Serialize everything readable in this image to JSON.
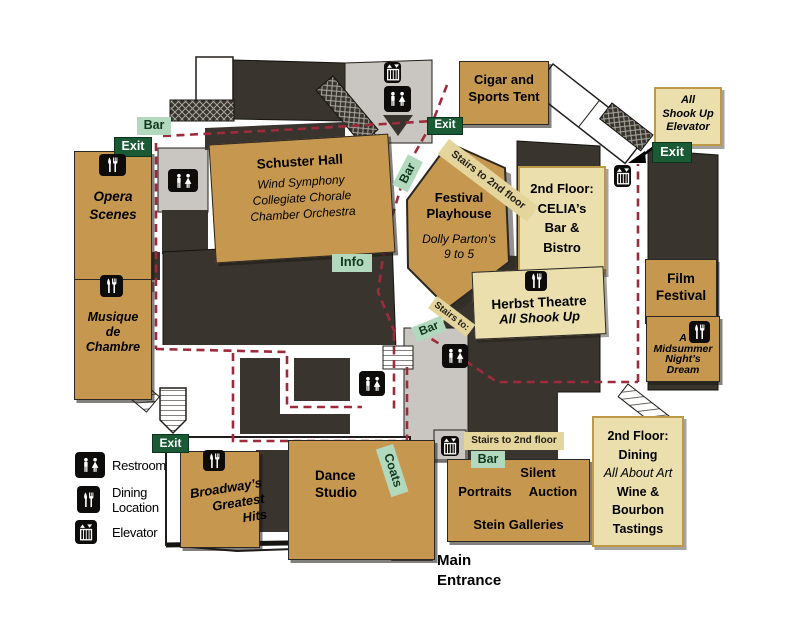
{
  "colors": {
    "room_gold": "#C6984F",
    "room_cream": "#EADFAD",
    "stairs_band_tan": "#E3D59C",
    "badge_green_bg": "#B2D9BE",
    "exit_green": "#1A5A34",
    "route_red": "#9E2B3C",
    "building_dark": "#39342E"
  },
  "rooms": {
    "cigar_sports_tent": {
      "lines": [
        "Cigar and",
        "Sports Tent"
      ]
    },
    "all_shook_up_elevator": {
      "lines": [
        "All",
        "Shook Up",
        "Elevator"
      ]
    },
    "opera_scenes": {
      "lines": [
        "Opera",
        "Scenes"
      ]
    },
    "musique_de_chambre": {
      "lines": [
        "Musique",
        "de",
        "Chambre"
      ]
    },
    "schuster_hall": {
      "title": "Schuster Hall",
      "events": [
        "Wind Symphony",
        "Collegiate Chorale",
        "Chamber Orchestra"
      ]
    },
    "festival_playhouse": {
      "title_lines": [
        "Festival",
        "Playhouse"
      ],
      "show_lines": [
        "Dolly Parton’s",
        "9 to 5"
      ]
    },
    "celias": {
      "lines": [
        "2nd Floor:",
        "CELIA’s",
        "Bar &",
        "Bistro"
      ]
    },
    "herbst_theatre": {
      "title": "Herbst Theatre",
      "show": "All Shook Up"
    },
    "film_festival": {
      "lines": [
        "Film",
        "Festival"
      ]
    },
    "midsummer": {
      "lines": [
        "A",
        "Midsummer",
        "Night’s",
        "Dream"
      ]
    },
    "broadways_greatest_hits": {
      "lines": [
        "Broadway’s",
        "Greatest",
        "Hits"
      ]
    },
    "dance_studio": {
      "lines": [
        "Dance",
        "Studio"
      ]
    },
    "stein_galleries": {
      "event_row1": "Silent",
      "event_row2_left": "Portraits",
      "event_row2_right": "Auction",
      "gallery": "Stein Galleries"
    },
    "dining_2nd_floor": {
      "bold_top": [
        "2nd Floor:",
        "Dining"
      ],
      "italic_line": "All About Art",
      "bold_bottom": [
        "Wine &",
        "Bourbon",
        "Tastings"
      ]
    }
  },
  "badges": {
    "bar": "Bar",
    "exit": "Exit",
    "info": "Info",
    "coats": "Coats"
  },
  "stairs": {
    "to_2nd_floor": "Stairs to 2nd floor",
    "to": "Stairs to:"
  },
  "legend": {
    "restroom": "Restroom",
    "dining_line1": "Dining",
    "dining_line2": "Location",
    "elevator": "Elevator"
  },
  "entrance": {
    "lines": [
      "Main",
      "Entrance"
    ]
  }
}
